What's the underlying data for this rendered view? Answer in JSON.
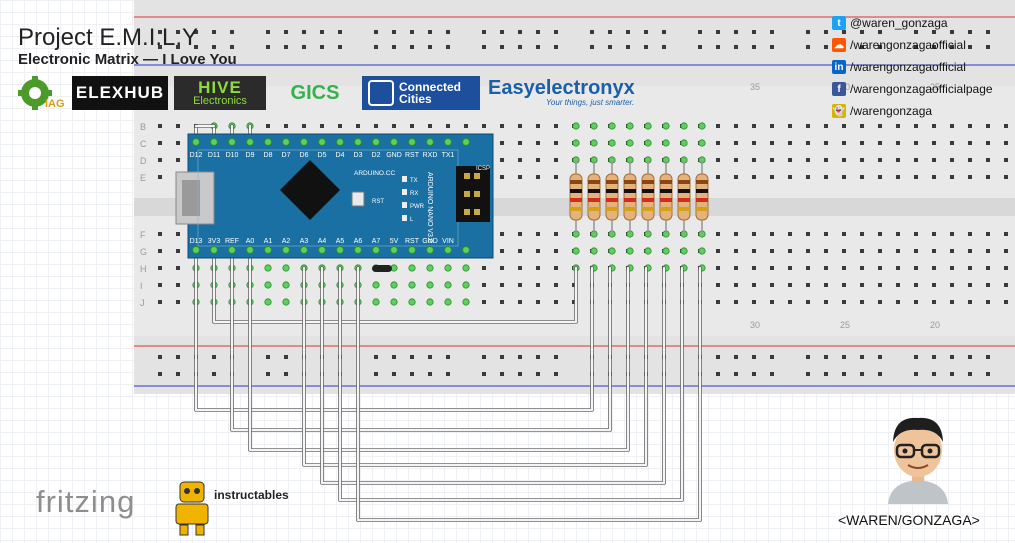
{
  "header": {
    "title": "Project E.M.I.L.Y",
    "subtitle": "Electronic Matrix — I Love You"
  },
  "logos": {
    "iag": "IAG",
    "elexhub": "ELEXHUB",
    "hive": "HIVE",
    "hive_sub": "Electronics",
    "gics": "GICS",
    "connected_cities": "Connected Cities",
    "easyelectronyx": "Easyelectronyx",
    "easyelectronyx_tagline": "Your things, just smarter."
  },
  "social": [
    {
      "icon": "twitter-icon",
      "color": "#1da1f2",
      "glyph": "t",
      "handle": "@waren_gonzaga"
    },
    {
      "icon": "soundcloud-icon",
      "color": "#ff5500",
      "glyph": "☁",
      "handle": "/warengonzagaofficial"
    },
    {
      "icon": "linkedin-icon",
      "color": "#0a66c2",
      "glyph": "in",
      "handle": "/warengonzagaofficial"
    },
    {
      "icon": "facebook-icon",
      "color": "#3b5998",
      "glyph": "f",
      "handle": "/warengonzagaofficialpage"
    },
    {
      "icon": "snapchat-icon",
      "color": "#d6b400",
      "glyph": "👻",
      "handle": "/warengonzaga"
    }
  ],
  "breadboard": {
    "row_letters_top": [
      "B",
      "C",
      "D",
      "E"
    ],
    "row_letters_bottom": [
      "F",
      "G",
      "H",
      "I",
      "J"
    ],
    "column_labels": [
      "35",
      "30",
      "25",
      "20"
    ]
  },
  "arduino": {
    "top_pins": [
      "D12",
      "D11",
      "D10",
      "D9",
      "D8",
      "D7",
      "D6",
      "D5",
      "D4",
      "D3",
      "D2",
      "GND",
      "RST",
      "RXD",
      "TX1"
    ],
    "bottom_pins": [
      "D13",
      "3V3",
      "REF",
      "A0",
      "A1",
      "A2",
      "A3",
      "A4",
      "A5",
      "A6",
      "A7",
      "5V",
      "RST",
      "GND",
      "VIN"
    ],
    "board_text": "ARDUINO.CC",
    "model_text": "ARDUINO NANO V3.0",
    "led_labels": [
      "TX",
      "RX",
      "PWR",
      "L"
    ],
    "rst_label": "RST",
    "icsp_label": "ICSP",
    "colors": {
      "board": "#1a6fa3",
      "chip": "#111111"
    }
  },
  "resistors": {
    "count": 8,
    "bands": [
      "#8b4513",
      "#111111",
      "#d42b1f",
      "#d4a017"
    ]
  },
  "branding": {
    "fritzing": "fritzing",
    "instructables": "instructables"
  },
  "credit": "<WAREN/GONZAGA>"
}
